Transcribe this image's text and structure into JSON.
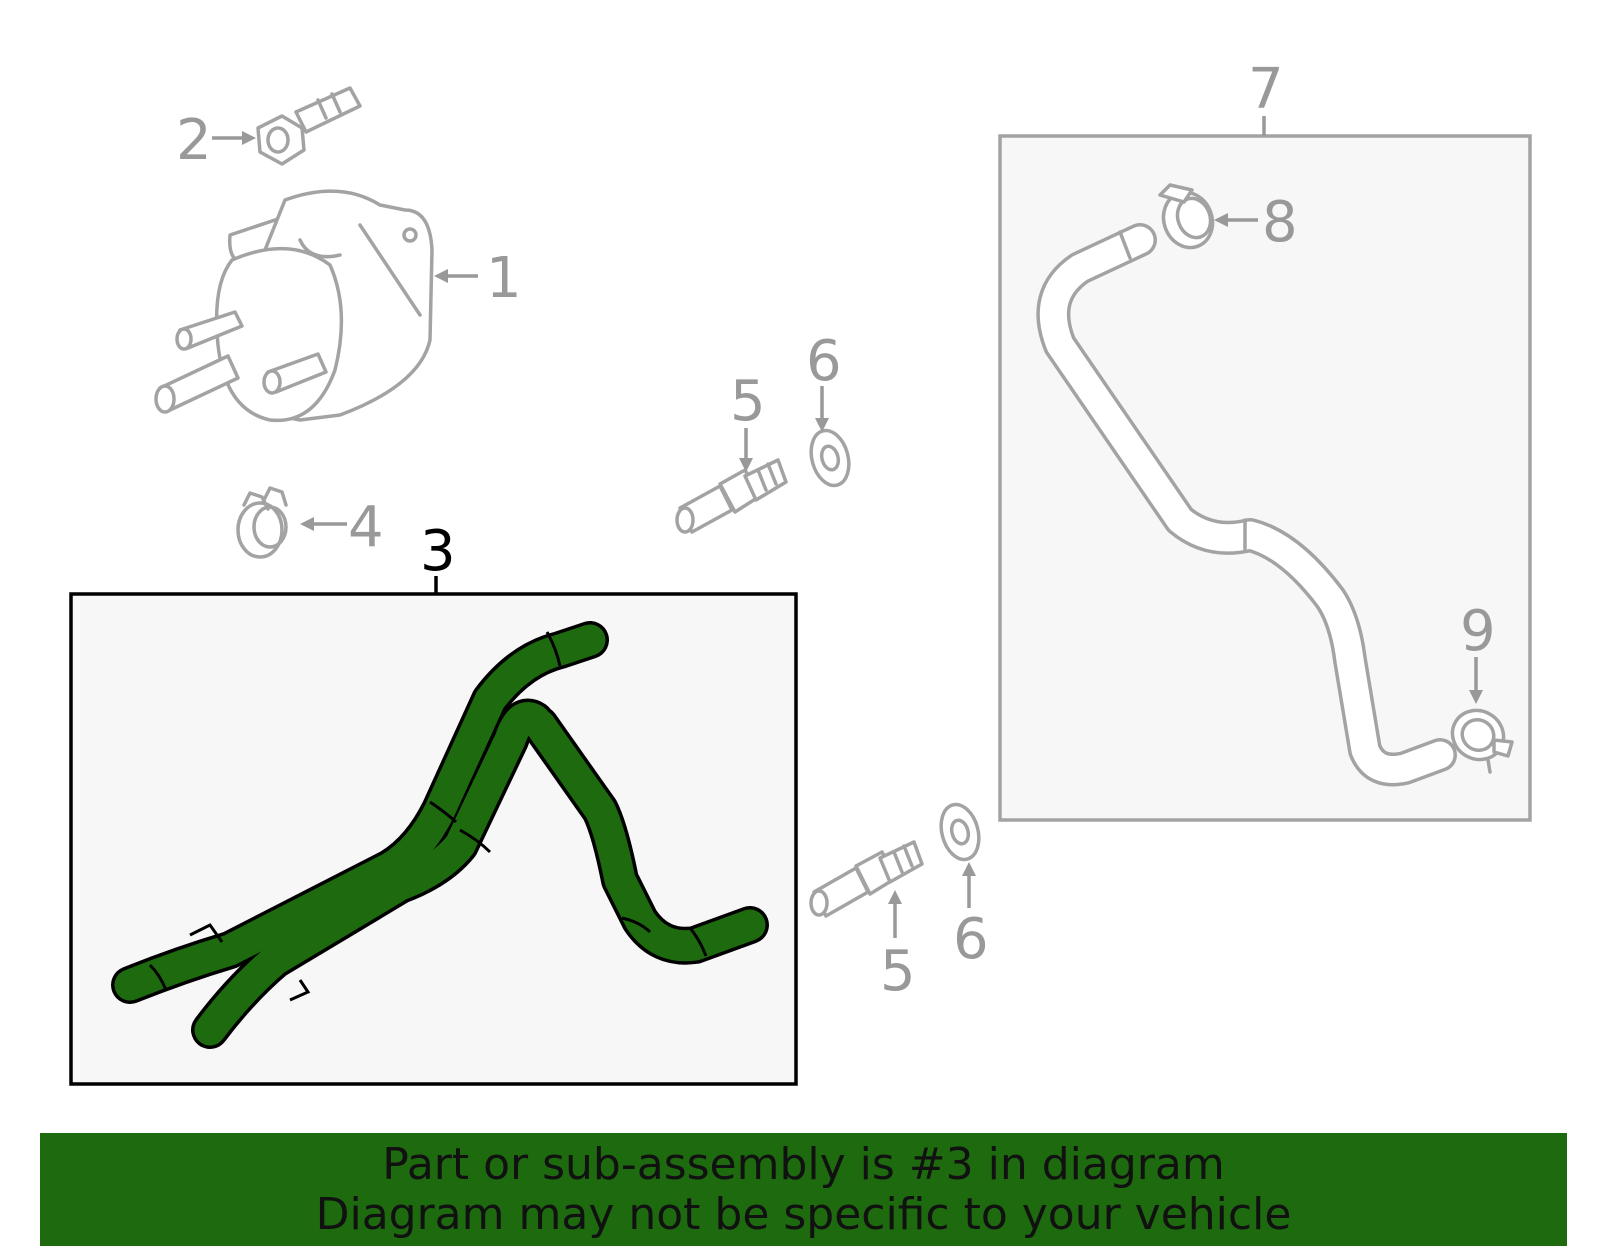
{
  "callouts": {
    "c1": "1",
    "c2": "2",
    "c3": "3",
    "c4": "4",
    "c5a": "5",
    "c5b": "5",
    "c6a": "6",
    "c6b": "6",
    "c7": "7",
    "c8": "8",
    "c9": "9"
  },
  "highlight": {
    "part_number": "3",
    "color": "#1e6b0f"
  },
  "banner": {
    "line1": "Part or sub-assembly is #3 in diagram",
    "line2": "Diagram may not be specific to your vehicle",
    "background": "#1e6b0f"
  }
}
